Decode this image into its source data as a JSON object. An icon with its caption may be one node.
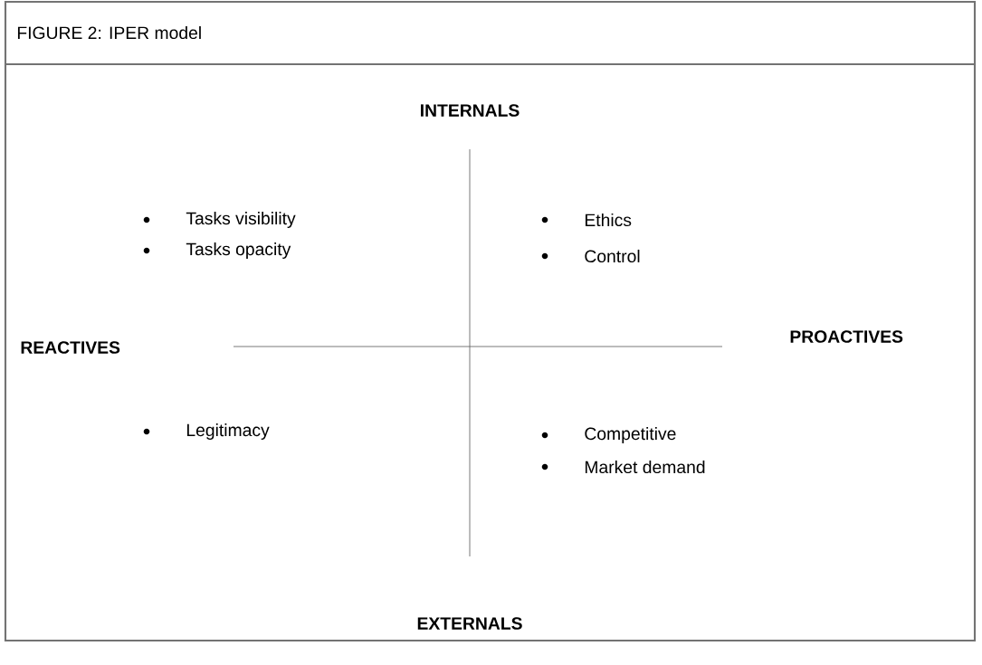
{
  "diagram": {
    "title": "FIGURE 2: IPER model",
    "labels": [
      "INTERNALS",
      "Tasks visibility",
      "Tasks opacity",
      "Ethics",
      "Control",
      "REACTIVES",
      "PROACTIVES",
      "Legitimacy",
      "Competitive",
      "Market demand",
      "EXTERNALS"
    ]
  }
}
